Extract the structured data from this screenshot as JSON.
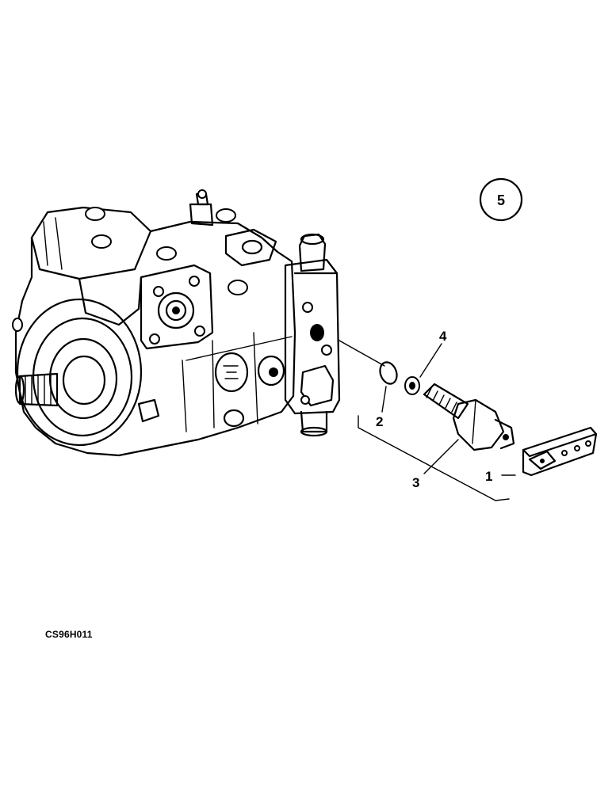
{
  "diagram": {
    "reference_circle_label": "5",
    "callouts": [
      {
        "id": "1",
        "label": "1"
      },
      {
        "id": "2",
        "label": "2"
      },
      {
        "id": "3",
        "label": "3"
      },
      {
        "id": "4",
        "label": "4"
      }
    ],
    "drawing_code": "CS96H011"
  }
}
